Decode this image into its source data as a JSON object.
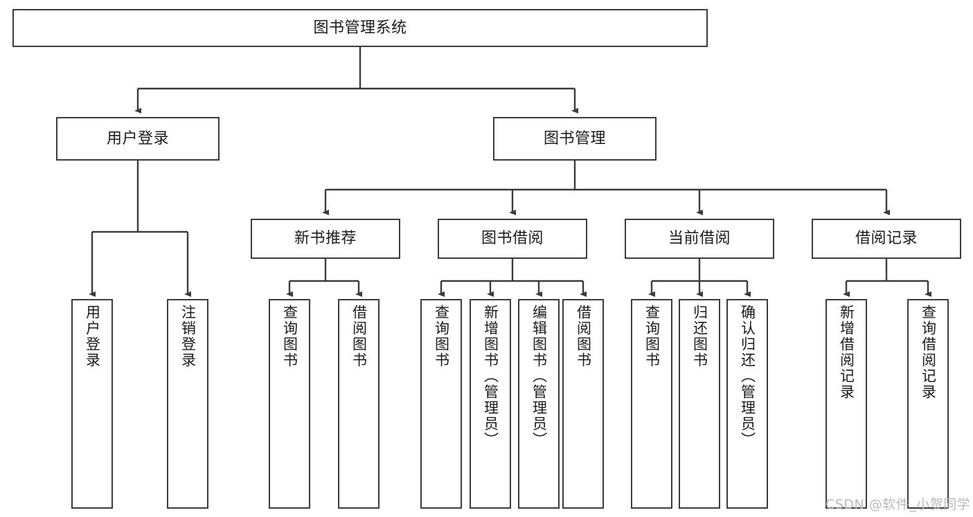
{
  "diagram": {
    "type": "tree",
    "title": "图书管理系统",
    "root": {
      "label": "图书管理系统"
    },
    "level2": [
      {
        "label": "用户登录"
      },
      {
        "label": "图书管理"
      }
    ],
    "level3": [
      {
        "label": "新书推荐"
      },
      {
        "label": "图书借阅"
      },
      {
        "label": "当前借阅"
      },
      {
        "label": "借阅记录"
      }
    ],
    "leaves": {
      "user_login": [
        {
          "label": "用户登录"
        },
        {
          "label": "注销登录"
        }
      ],
      "new_book_recommend": [
        {
          "label": "查询图书"
        },
        {
          "label": "借阅图书"
        }
      ],
      "book_borrow": [
        {
          "label": "查询图书"
        },
        {
          "label": "新增图书（管理员）"
        },
        {
          "label": "编辑图书（管理员）"
        },
        {
          "label": "借阅图书"
        }
      ],
      "current_borrow": [
        {
          "label": "查询图书"
        },
        {
          "label": "归还图书"
        },
        {
          "label": "确认归还（管理员）"
        }
      ],
      "borrow_records": [
        {
          "label": "新增借阅记录"
        },
        {
          "label": "查询借阅记录"
        }
      ]
    }
  },
  "watermark": {
    "text": "CSDN @软件_小贺同学"
  },
  "colors": {
    "box_border": "#3b3b3b",
    "box_fill": "#ffffff",
    "wire": "#3b3b3b",
    "text": "#1b1b1b",
    "watermark": "#b9b9b9",
    "background": "#ffffff"
  }
}
